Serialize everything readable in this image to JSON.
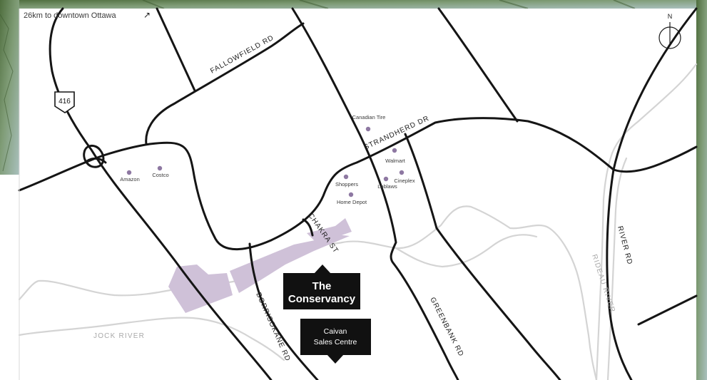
{
  "header": {
    "distance_label": "26km to downtown Ottawa",
    "arrow_glyph": "↗"
  },
  "compass": {
    "north_label": "N"
  },
  "highway": {
    "number": "416"
  },
  "roads": {
    "fallowfield": "FALLOWFIELD RD",
    "strandherd": "STRANDHERD DR",
    "river_rd": "RIVER RD",
    "greenbank": "GREENBANK RD",
    "borrisokane": "BORRISOKANE RD",
    "chakra": "CHAKRA ST"
  },
  "rivers": {
    "jock": "JOCK RIVER",
    "rideau": "RIDEAU RIVER"
  },
  "pois": {
    "canadian_tire": "Canadian Tire",
    "walmart": "Walmart",
    "shoppers": "Shoppers",
    "cineplex": "Cineplex",
    "loblaws": "Loblaws",
    "home_depot": "Home Depot",
    "costco": "Costco",
    "amazon": "Amazon"
  },
  "callouts": {
    "conservancy_line1": "The",
    "conservancy_line2": "Conservancy",
    "sales_line1": "Caivan",
    "sales_line2": "Sales Centre"
  },
  "colors": {
    "development": "#cfc1d8",
    "poi": "#8e78a2",
    "road": "#151515",
    "river": "#d4d4d4",
    "callout": "#111111"
  }
}
